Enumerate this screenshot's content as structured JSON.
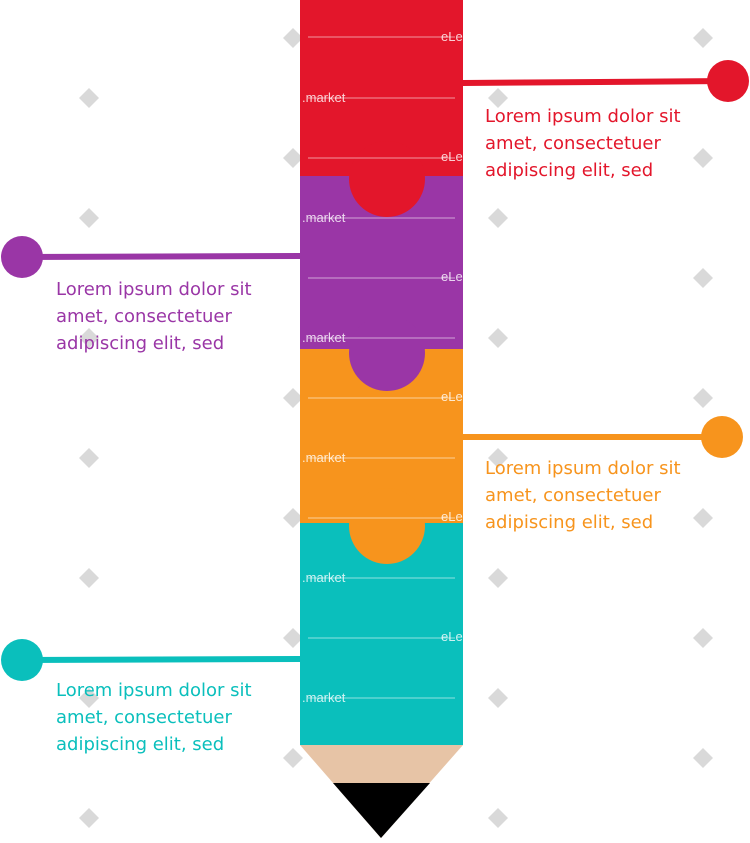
{
  "segments": [
    {
      "id": "red",
      "color": "#e3162b",
      "text": "Lorem ipsum dolor sit\namet, consectetuer\nadipiscing elit, sed"
    },
    {
      "id": "purple",
      "color": "#9a36a6",
      "text": "Lorem ipsum dolor sit\namet, consectetuer\nadipiscing elit, sed"
    },
    {
      "id": "orange",
      "color": "#f7941d",
      "text": "Lorem ipsum dolor sit\namet, consectetuer\nadipiscing elit, sed"
    },
    {
      "id": "teal",
      "color": "#0abfbc",
      "text": "Lorem ipsum dolor sit\namet, consectetuer\nadipiscing elit, sed"
    }
  ],
  "pencil": {
    "wood_color": "#e7c4a6",
    "lead_color": "#000000"
  },
  "watermark": {
    "text_a": ".market",
    "text_b": "eLe"
  }
}
